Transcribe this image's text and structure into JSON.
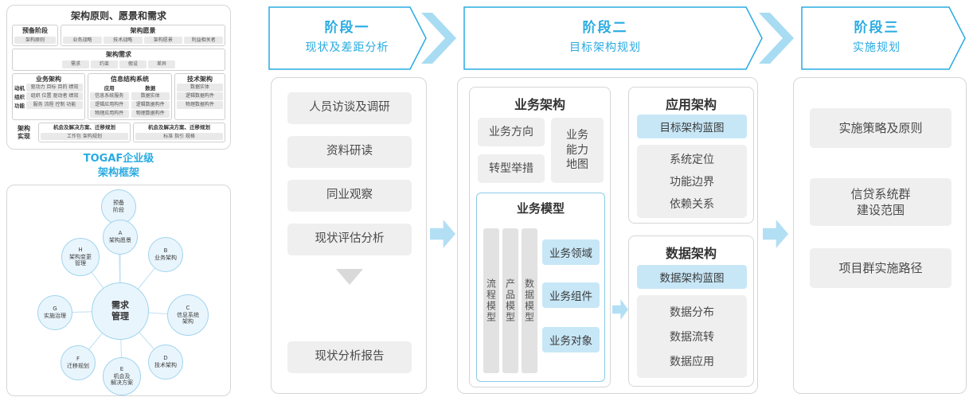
{
  "principles_panel": {
    "title": "架构原则、愿景和需求",
    "prep_phase": {
      "title": "预备阶段",
      "item": "架构原则"
    },
    "vision": {
      "title": "架构愿景",
      "items": [
        "业务战略",
        "技术战略",
        "架构愿景",
        "利益相关者"
      ]
    },
    "requirements": {
      "title": "架构需求",
      "items": [
        "需求",
        "约束",
        "假设",
        "差异"
      ]
    },
    "business_arch": {
      "title": "业务架构",
      "groups": [
        {
          "label": "动机",
          "items": "驱动力 目标 目的 绩效"
        },
        {
          "label": "组织",
          "items": "组织 位置 驱动者 绩效"
        },
        {
          "label": "功能",
          "items": "服务 流程 控制 功能"
        }
      ]
    },
    "info_system": {
      "title": "信息结构系统",
      "app": {
        "label": "应用",
        "items": [
          "信息系统服务",
          "逻辑应用构件",
          "物理应用构件"
        ]
      },
      "data": {
        "label": "数据",
        "items": [
          "数据实体",
          "逻辑数据构件",
          "物理数据构件"
        ]
      }
    },
    "tech_arch": {
      "title": "技术架构",
      "items": [
        "数据实体",
        "逻辑数据构件",
        "物理数据构件"
      ]
    },
    "realization": {
      "label": "架构\n实现",
      "left": {
        "title": "机会及解决方案、迁移规划",
        "items": "工作包 架构规划"
      },
      "right": {
        "title": "机会及解决方案、迁移规划",
        "items": "标准 指引 规格"
      }
    }
  },
  "togaf_label": "TOGAF企业级\n架构框架",
  "adm": {
    "center": "需求\n管理",
    "nodes": [
      {
        "label": "预备\n阶段"
      },
      {
        "label": "A\n架构愿景"
      },
      {
        "label": "B\n业务架构"
      },
      {
        "label": "C\n信息系统\n架构"
      },
      {
        "label": "D\n技术架构"
      },
      {
        "label": "E\n机会及\n解决方案"
      },
      {
        "label": "F\n迁移规划"
      },
      {
        "label": "G\n实施治理"
      },
      {
        "label": "H\n架构变更\n管理"
      }
    ]
  },
  "phases": [
    {
      "name": "阶段一",
      "subtitle": "现状及差距分析"
    },
    {
      "name": "阶段二",
      "subtitle": "目标架构规划"
    },
    {
      "name": "阶段三",
      "subtitle": "实施规划"
    }
  ],
  "phase1": {
    "steps": [
      "人员访谈及调研",
      "资料研读",
      "同业观察",
      "现状评估分析"
    ],
    "result": "现状分析报告"
  },
  "phase2": {
    "business": {
      "title": "业务架构",
      "direction": "业务方向",
      "capability": "业务\n能力\n地图",
      "transform": "转型举措",
      "model": {
        "title": "业务模型",
        "bars": [
          "流程模型",
          "产品模型",
          "数据模型"
        ],
        "items": [
          "业务领域",
          "业务组件",
          "业务对象"
        ]
      }
    },
    "application": {
      "title": "应用架构",
      "blueprint": "目标架构蓝图",
      "items": [
        "系统定位",
        "功能边界",
        "依赖关系"
      ]
    },
    "data": {
      "title": "数据架构",
      "blueprint": "数据架构蓝图",
      "items": [
        "数据分布",
        "数据流转",
        "数据应用"
      ]
    }
  },
  "phase3": {
    "items": [
      "实施策略及原则",
      "信贷系统群\n建设范围",
      "项目群实施路径"
    ]
  },
  "colors": {
    "accent": "#29abe2",
    "arrow_fill": "#a8dcf2",
    "highlight": "#c7e7f7",
    "gray_box": "#efefef"
  }
}
